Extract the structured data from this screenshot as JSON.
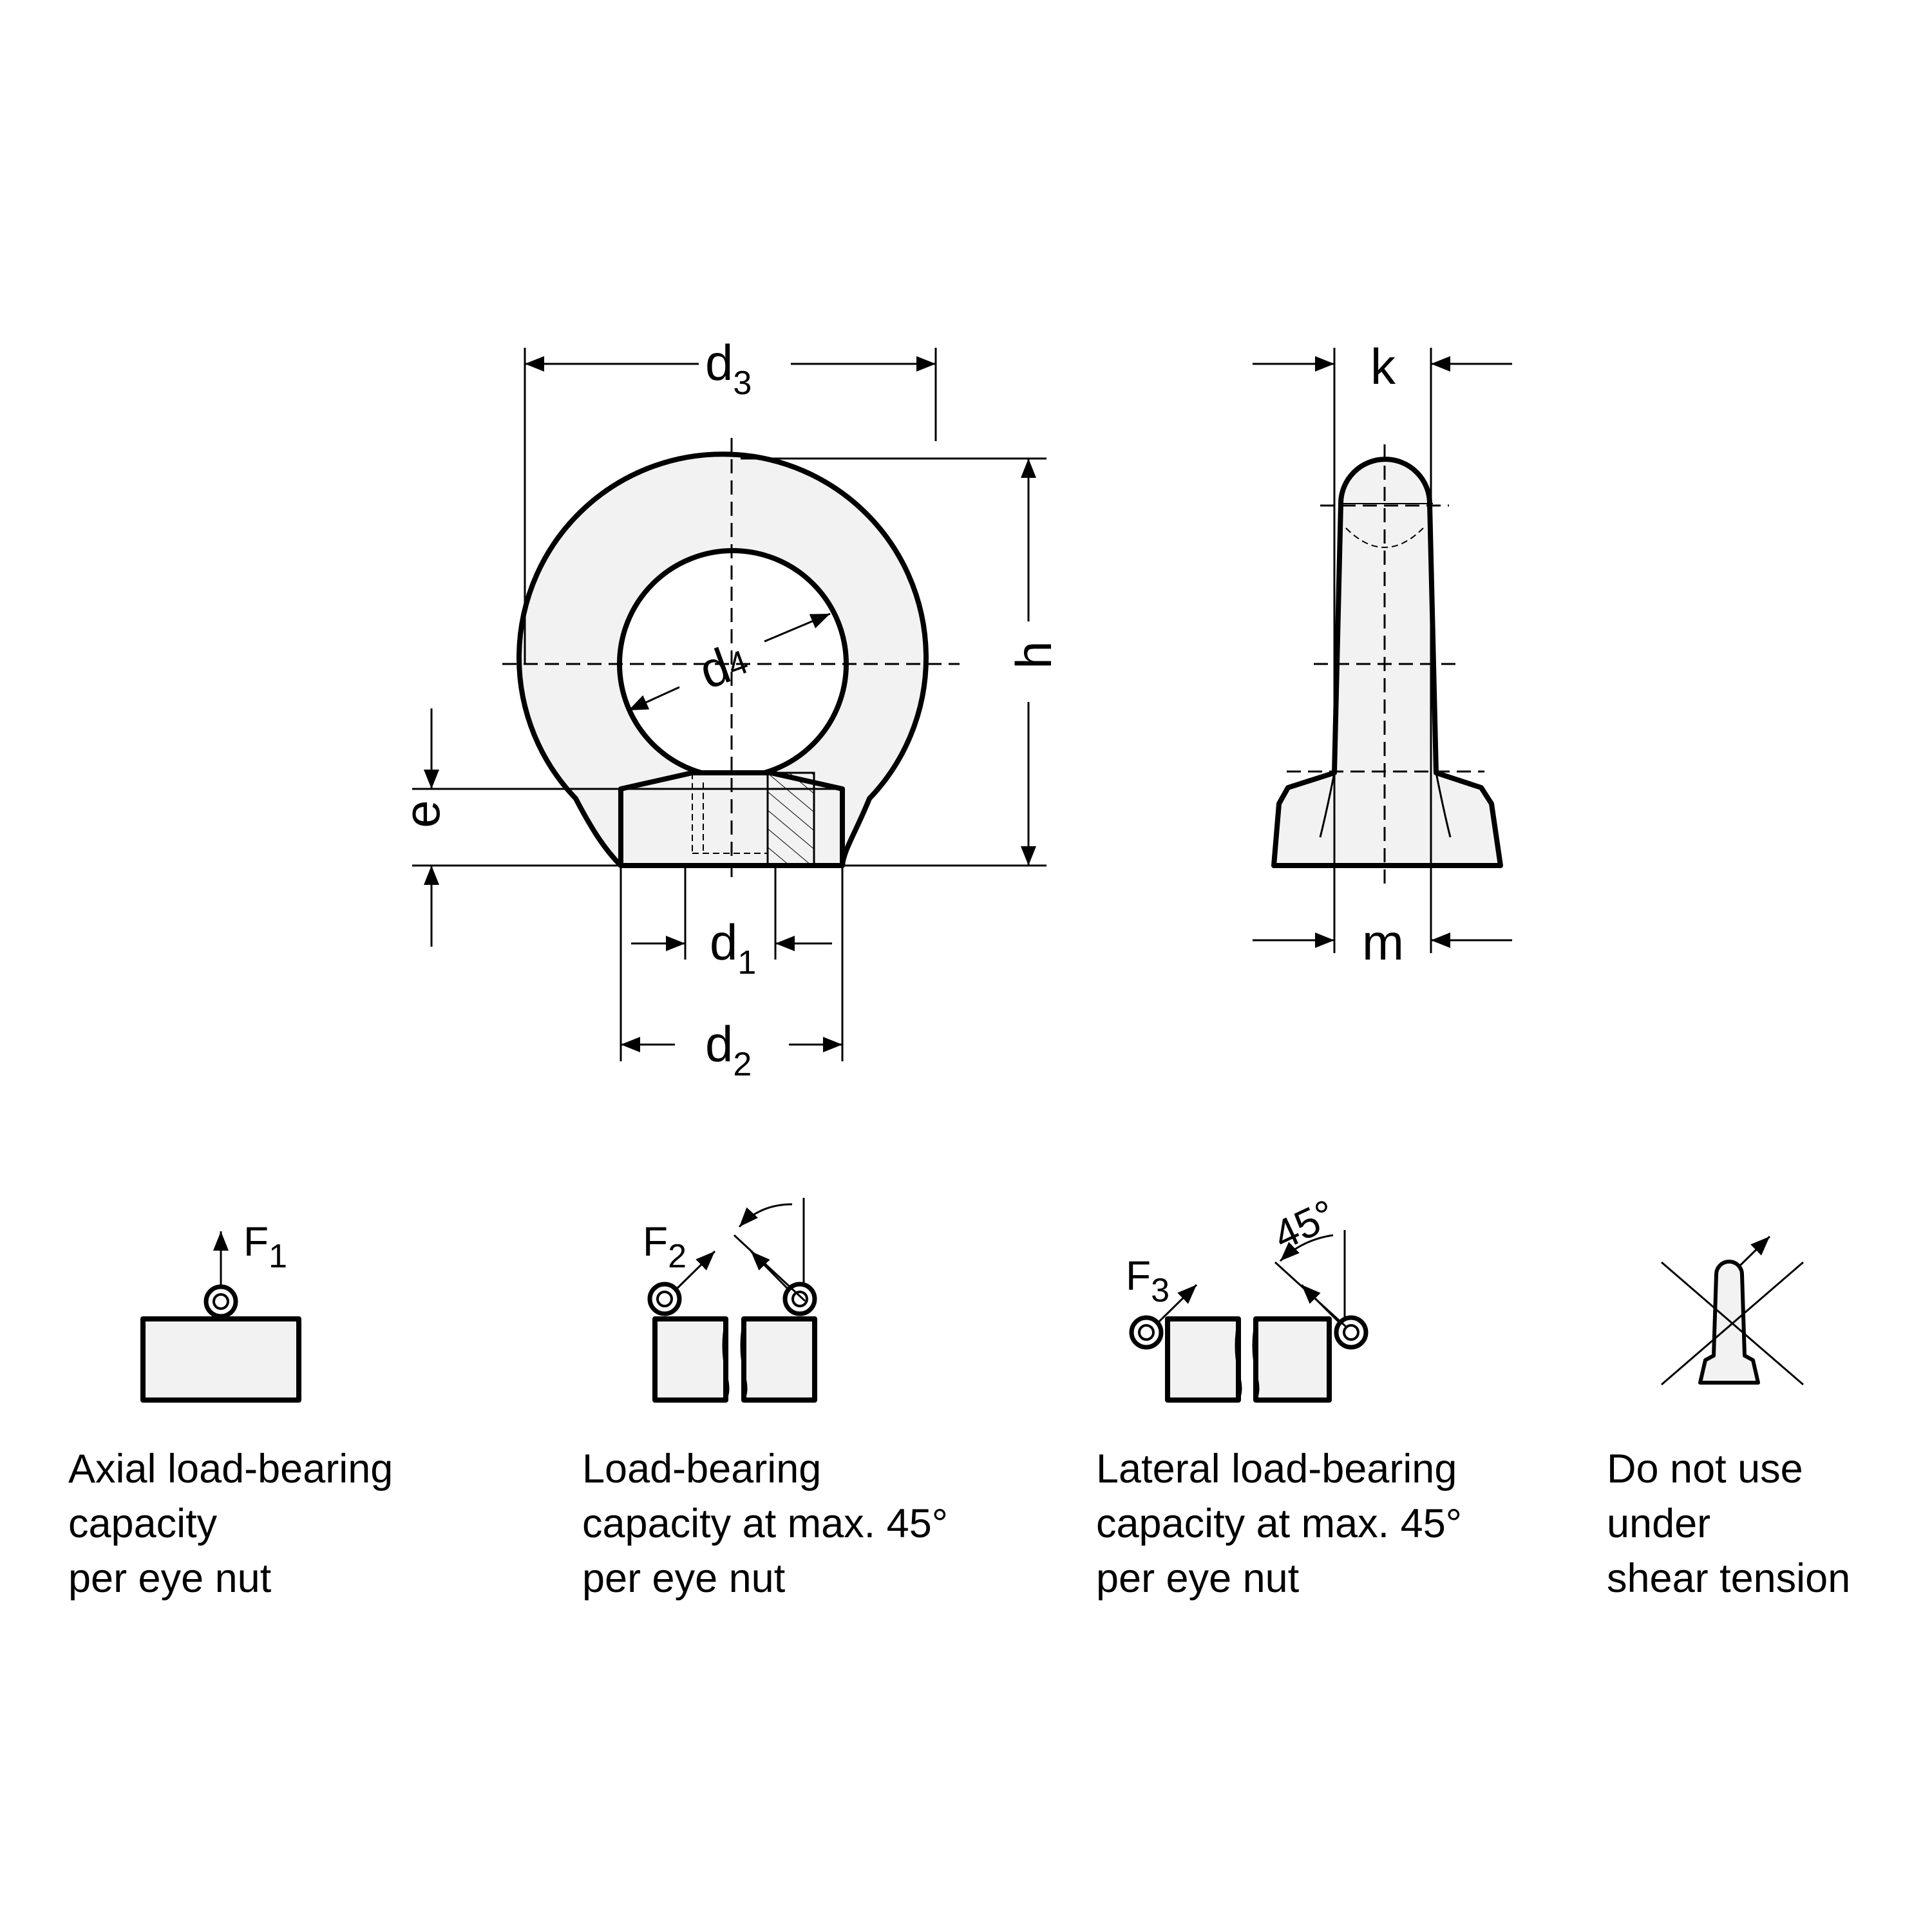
{
  "dimensions": {
    "d3": {
      "base": "d",
      "sub": "3"
    },
    "d4": {
      "base": "d",
      "sub": "4"
    },
    "d1": {
      "base": "d",
      "sub": "1"
    },
    "d2": {
      "base": "d",
      "sub": "2"
    },
    "h": "h",
    "e": "e",
    "k": "k",
    "m": "m"
  },
  "load_cases": [
    {
      "force": {
        "base": "F",
        "sub": "1"
      },
      "caption": [
        "Axial load-bearing",
        "capacity",
        "per eye nut"
      ]
    },
    {
      "force": {
        "base": "F",
        "sub": "2"
      },
      "caption": [
        "Load-bearing",
        "capacity at max. 45°",
        "per eye nut"
      ]
    },
    {
      "force": {
        "base": "F",
        "sub": "3"
      },
      "angle": "45°",
      "caption": [
        "Lateral load-bearing",
        "capacity at max. 45°",
        "per eye nut"
      ]
    },
    {
      "caption": [
        "Do not use",
        "under",
        "shear tension"
      ]
    }
  ]
}
